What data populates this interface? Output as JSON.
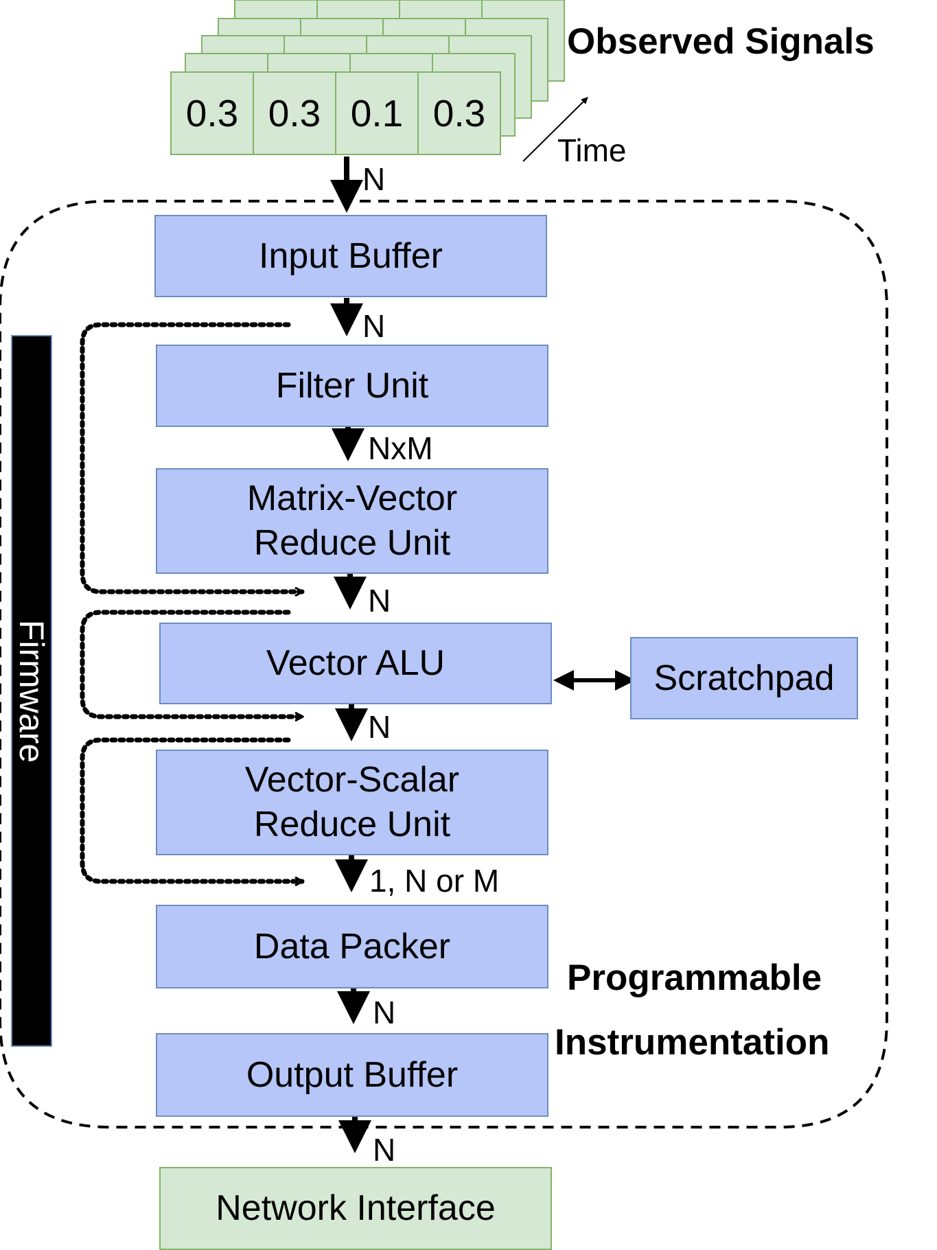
{
  "observed_signals": {
    "title": "Observed Signals",
    "values": [
      "0.3",
      "0.3",
      "0.1",
      "0.3"
    ],
    "time_label": "Time"
  },
  "blocks": {
    "input_buffer": "Input Buffer",
    "filter_unit": "Filter Unit",
    "matrix_vector_1": "Matrix-Vector",
    "matrix_vector_2": "Reduce Unit",
    "vector_alu": "Vector ALU",
    "scratchpad": "Scratchpad",
    "vector_scalar_1": "Vector-Scalar",
    "vector_scalar_2": "Reduce Unit",
    "data_packer": "Data Packer",
    "output_buffer": "Output Buffer",
    "network_interface": "Network Interface"
  },
  "edge_labels": {
    "signals_to_input": "N",
    "input_to_filter": "N",
    "filter_to_matrix": "NxM",
    "matrix_to_alu": "N",
    "alu_to_scalar": "N",
    "scalar_to_packer": "1, N or M",
    "packer_to_output": "N",
    "output_to_network": "N"
  },
  "firmware_label": "Firmware",
  "region_label": {
    "line1": "Programmable",
    "line2": "Instrumentation"
  },
  "colors": {
    "block_fill": "#b6c6f8",
    "block_border": "#6c8ebf",
    "signal_fill": "#d5e8d4",
    "signal_border": "#82b366",
    "firmware_bar": "#000000"
  }
}
